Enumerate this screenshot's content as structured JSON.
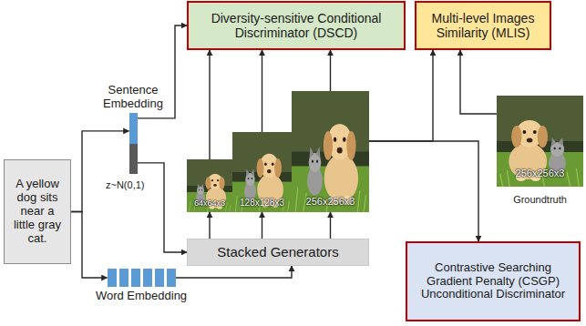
{
  "diagram": {
    "nodes": [
      {
        "text": [
          "A yellow dog sits near a little gray cat."
        ]
      },
      {
        "text": [
          "Sentence Embedding"
        ]
      },
      {
        "text": [
          "Word Embedding"
        ]
      },
      {
        "text": [
          "Diversity-sensitive Conditional Discriminator (DSCD)"
        ]
      },
      {
        "text": [
          "Multi-level Images Similarity (MLIS)"
        ]
      },
      {
        "text": [
          "64x64x3"
        ]
      },
      {
        "text": [
          "128x128x3"
        ]
      },
      {
        "text": [
          "256x256x3"
        ]
      },
      {
        "text": [
          "256x256x3",
          "Groundtruth"
        ]
      },
      {
        "text": [
          "Stacked Generators"
        ]
      },
      {
        "text": [
          "Contrastive Searching Gradient Penalty (CSGP) Unconditional Discriminator"
        ]
      }
    ],
    "edges": [
      {
        "from": 0,
        "to": 1,
        "arrow": "to"
      },
      {
        "from": 0,
        "to": 2,
        "arrow": "to"
      },
      {
        "from": 1,
        "to": 3,
        "arrow": "to"
      },
      {
        "from": 1,
        "to": 9,
        "arrow": "to"
      },
      {
        "from": 2,
        "to": 9,
        "arrow": "to"
      },
      {
        "from": 9,
        "to": 5,
        "arrow": "to"
      },
      {
        "from": 9,
        "to": 6,
        "arrow": "to"
      },
      {
        "from": 9,
        "to": 7,
        "arrow": "to"
      },
      {
        "from": 5,
        "to": 3,
        "arrow": "to"
      },
      {
        "from": 6,
        "to": 3,
        "arrow": "to"
      },
      {
        "from": 7,
        "to": 3,
        "arrow": "to"
      },
      {
        "from": 7,
        "to": 4,
        "arrow": "to"
      },
      {
        "from": 8,
        "to": 4,
        "arrow": "to"
      },
      {
        "from": 7,
        "to": 10,
        "arrow": "to"
      }
    ],
    "labels": [
      "z~N(0,1)"
    ]
  }
}
